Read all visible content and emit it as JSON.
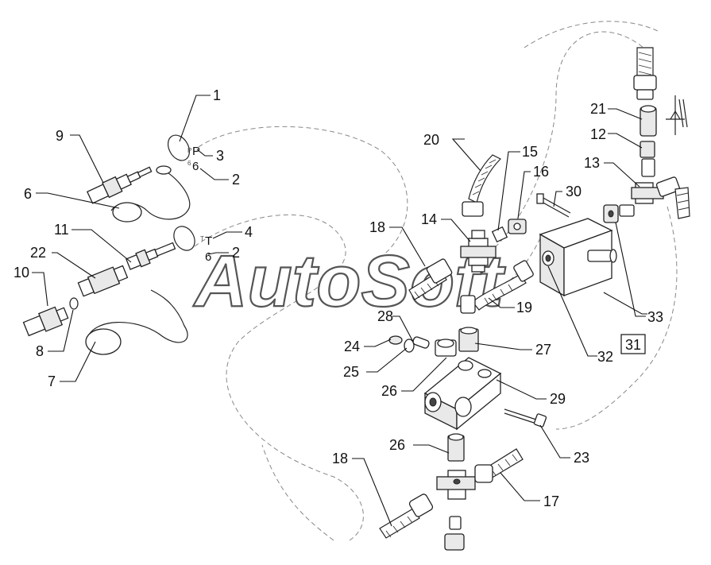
{
  "watermark": "AutoSoft",
  "callouts": {
    "c1": "1",
    "c2a": "2",
    "c2b": "2",
    "c3": "3",
    "c4": "4",
    "c6": "6",
    "c7": "7",
    "c8": "8",
    "c9": "9",
    "c10": "10",
    "c11": "11",
    "c12": "12",
    "c13": "13",
    "c14": "14",
    "c15": "15",
    "c16": "16",
    "c17": "17",
    "c18a": "18",
    "c18b": "18",
    "c19": "19",
    "c20": "20",
    "c21": "21",
    "c22": "22",
    "c23": "23",
    "c24": "24",
    "c25": "25",
    "c26a": "26",
    "c26b": "26",
    "c27": "27",
    "c28": "28",
    "c29": "29",
    "c30": "30",
    "c31": "31",
    "c32": "32",
    "c33": "33"
  },
  "tags": {
    "ring_top_letter": "P",
    "ring_top_number": "6",
    "ring_bottom_letter": "T",
    "ring_bottom_number": "6"
  },
  "icons": [
    "quick-coupler-icon",
    "hydraulic-pump-icon",
    "valve-block-icon",
    "hose-icon",
    "tee-fitting-icon"
  ]
}
